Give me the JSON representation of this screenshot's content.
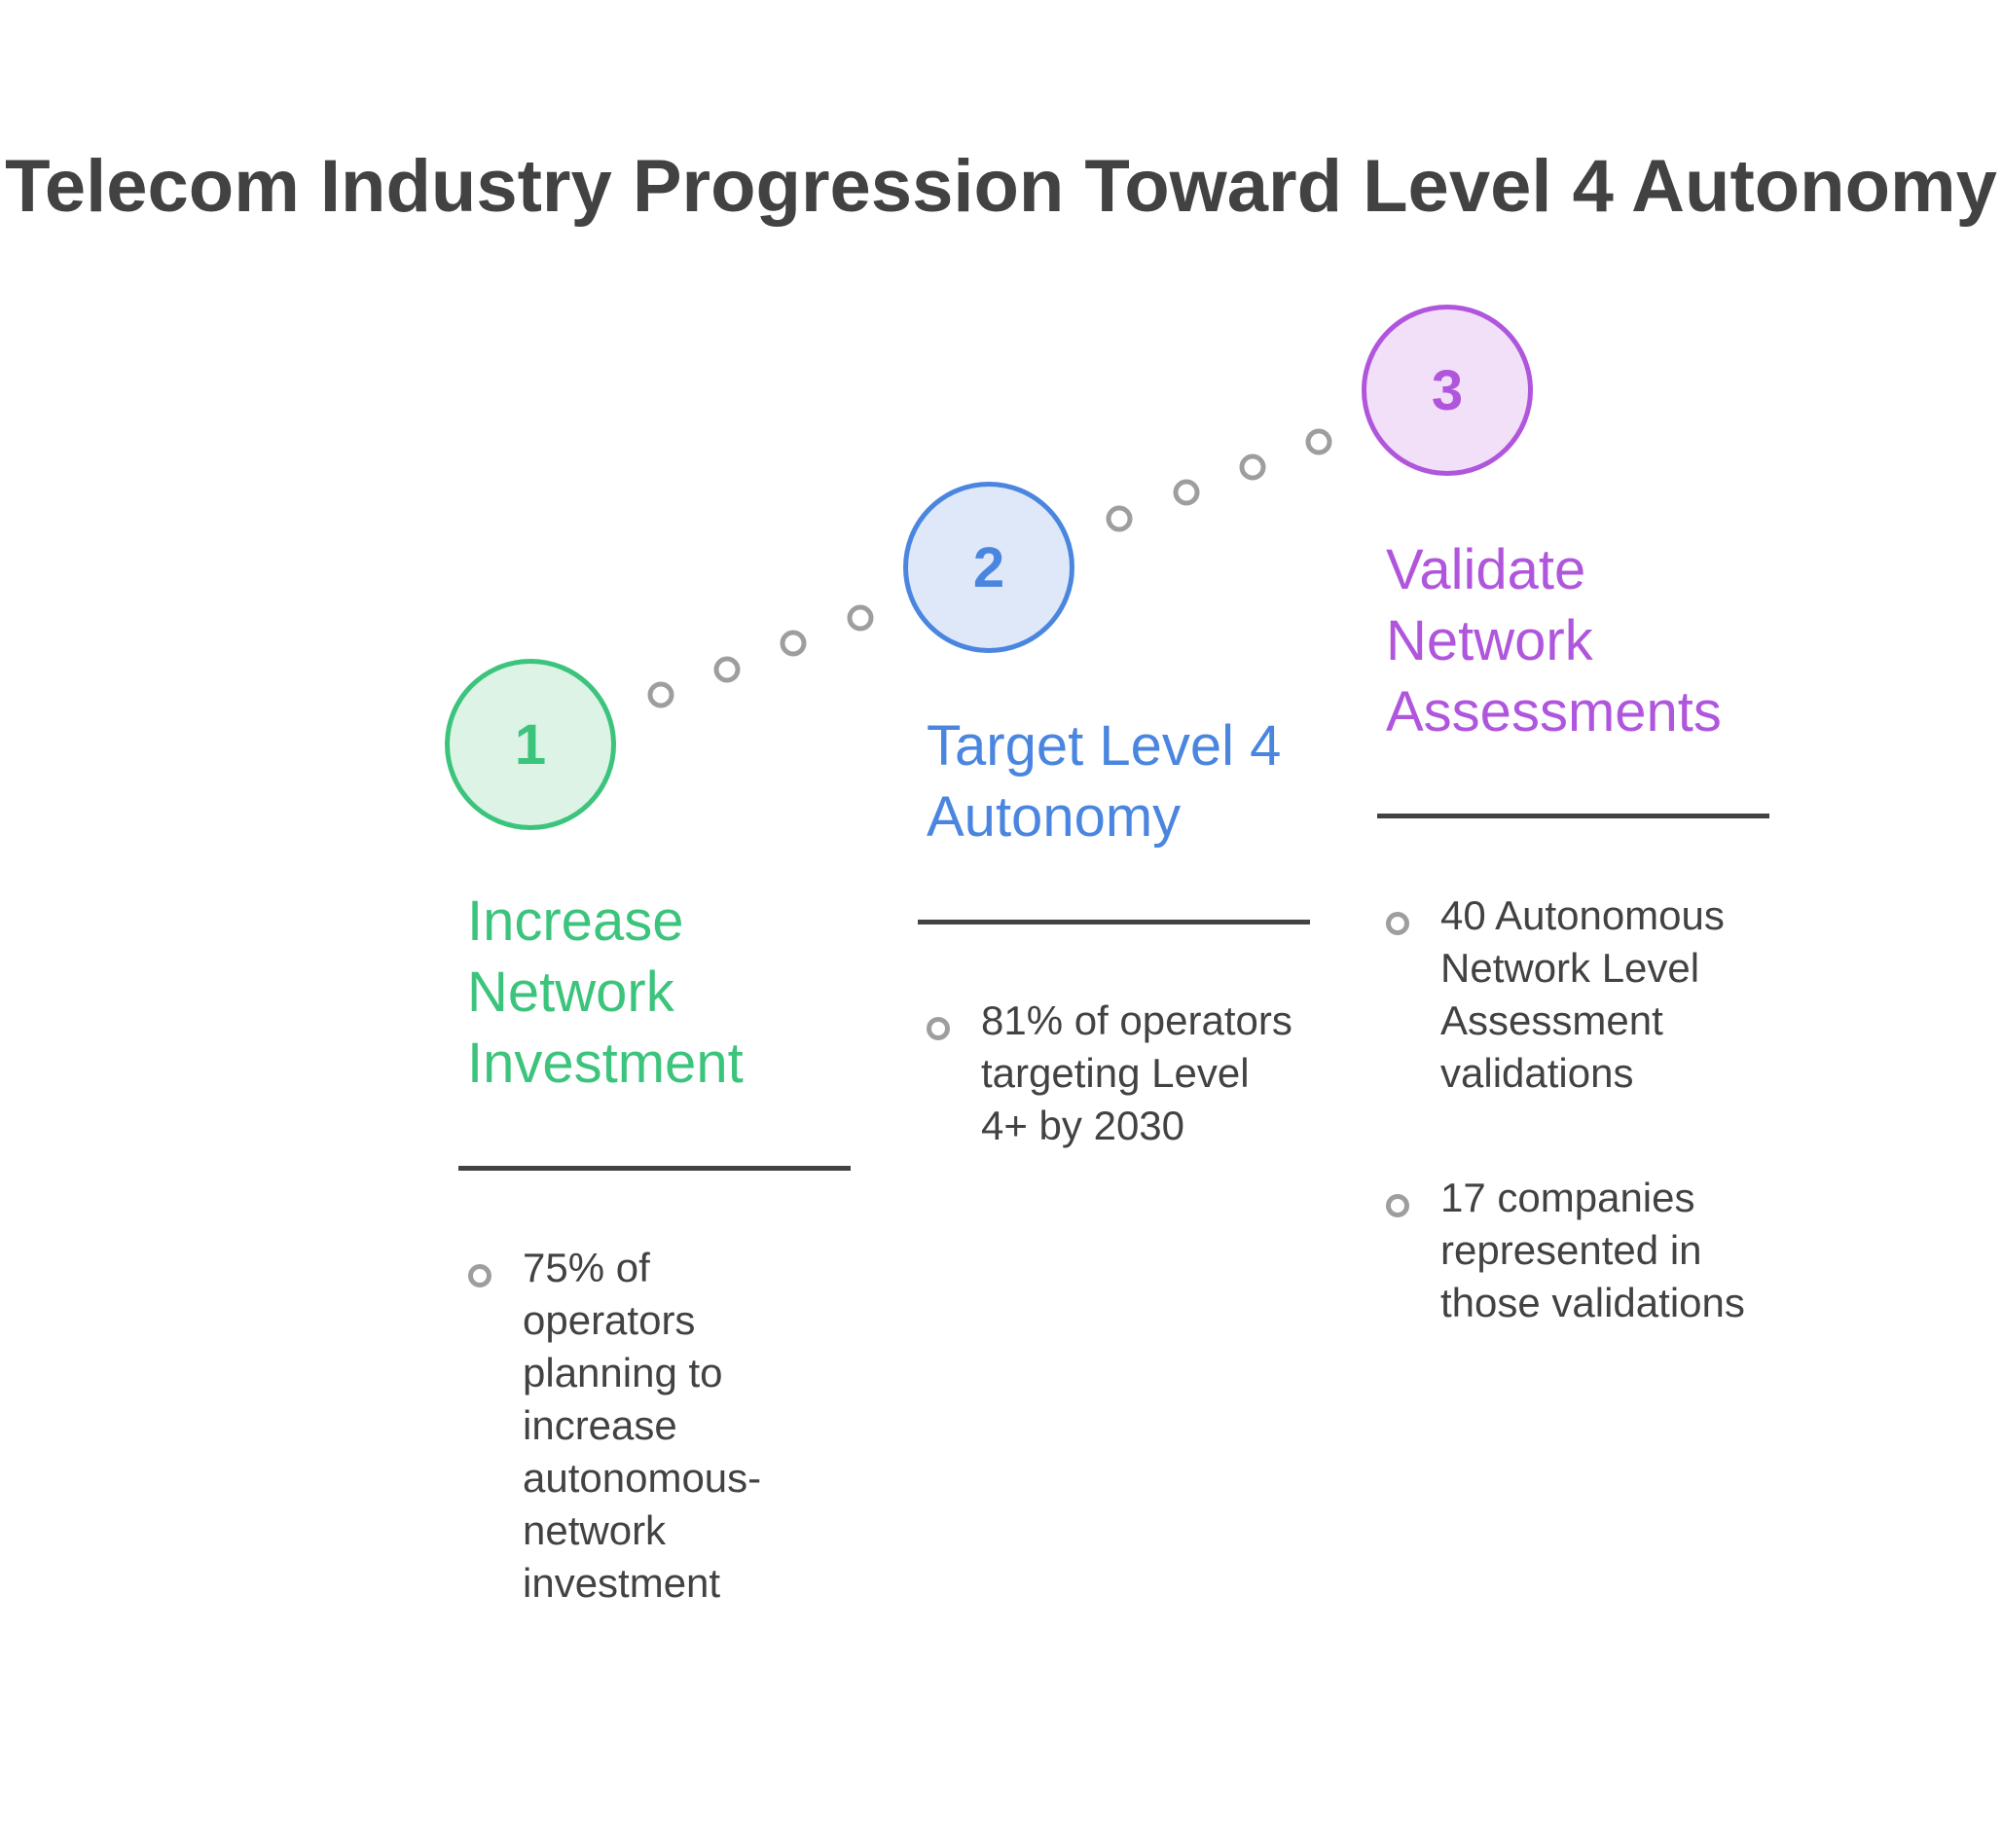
{
  "title": "Telecom Industry Progression Toward Level 4 Autonomy",
  "colors": {
    "title": "#424242",
    "connector_dot": "#9e9e9e",
    "divider": "#424242",
    "body_text": "#424242"
  },
  "steps": [
    {
      "number": "1",
      "title": "Increase Network Investment",
      "color": "#3cc47c",
      "fill": "#dcf3e6",
      "bullets": [
        "75% of operators planning to increase autonomous-network investment"
      ]
    },
    {
      "number": "2",
      "title": "Target Level 4 Autonomy",
      "color": "#4a86e0",
      "fill": "#dee8f8",
      "bullets": [
        "81% of operators targeting Level 4+ by 2030"
      ]
    },
    {
      "number": "3",
      "title": "Validate Network Assessments",
      "color": "#b056dd",
      "fill": "#f1e0f8",
      "bullets": [
        "40 Autonomous Network Level Assessment validations",
        "17 companies represented in those validations"
      ]
    }
  ]
}
